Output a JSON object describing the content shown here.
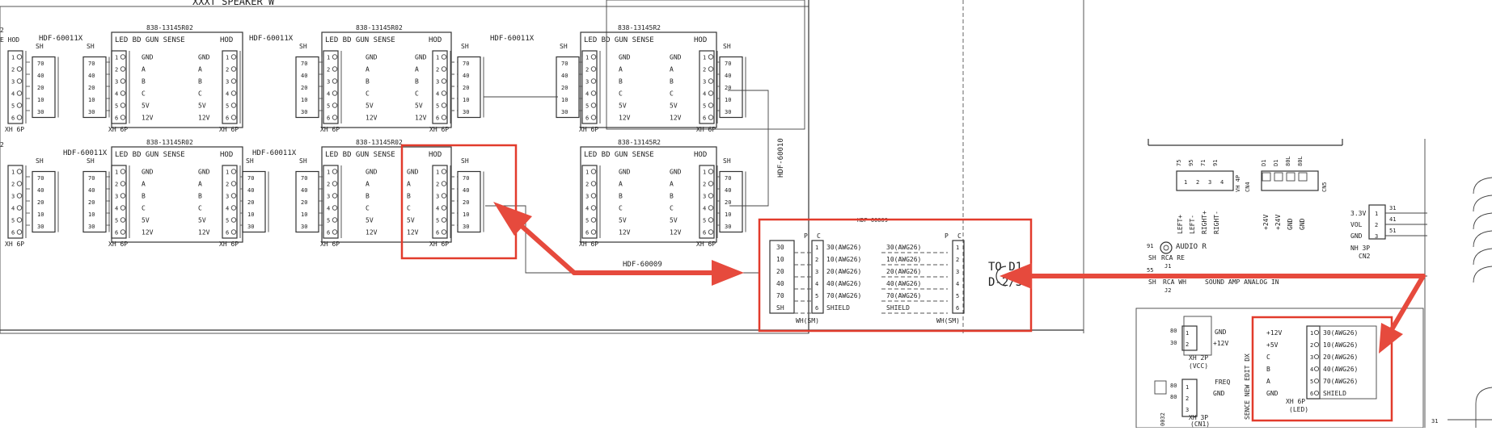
{
  "top_header": "XXXT SPEAKER W",
  "cable_code": "HDF-60011X",
  "cable_code_mid": "HDF-60009",
  "cable_code_vertical": "HDF-60010",
  "board_part": "838-13145R02",
  "board_part_alt": "838-13145R2",
  "board_name": "LED BD GUN SENSE",
  "board_hod": "HOD",
  "connector_label": "XH 6P",
  "shield_label": "SH",
  "sh_values": [
    "70",
    "40",
    "20",
    "10",
    "30"
  ],
  "pin_numbers": [
    "1",
    "2",
    "3",
    "4",
    "5",
    "6"
  ],
  "sense_labels": [
    "GND",
    "A",
    "B",
    "C",
    "5V",
    "12V"
  ],
  "pc_header": [
    "P",
    "C"
  ],
  "pc_left_labels": [
    "30",
    "10",
    "20",
    "40",
    "70",
    "SH"
  ],
  "awg_labels": [
    "30(AWG26)",
    "10(AWG26)",
    "20(AWG26)",
    "40(AWG26)",
    "70(AWG26)",
    "SHIELD"
  ],
  "wh_sm": "WH(SM)",
  "to_label_1": "TO D1",
  "to_label_2": "D-2/3",
  "vh_4p": "VH 4P",
  "cn_label": "CN5",
  "cn4_label": "CN4",
  "vert_labels_left": [
    "LEFT+",
    "LEFT-",
    "RIGHT+",
    "RIGHT-"
  ],
  "vert_labels_right": [
    "+24V",
    "+24V",
    "GND",
    "GND"
  ],
  "wire_codes_left": [
    "75",
    "95",
    "71",
    "91"
  ],
  "wire_codes_right": [
    "D1",
    "D1",
    "80L",
    "80L"
  ],
  "power_labels": [
    "3.3V",
    "VOL",
    "GND"
  ],
  "power_codes": [
    "31",
    "41",
    "51"
  ],
  "nh_3p": "NH 3P",
  "cn2": "CN2",
  "audio_r": "AUDIO R",
  "rca_re": "RCA RE",
  "rca_wh": "RCA WH",
  "j1": "J1",
  "j2": "J2",
  "code_91": "91",
  "code_55": "55",
  "sound_amp": "SOUND AMP ANALOG IN",
  "sense_board": "SENCE NEW EDIT DX",
  "vcc_labels": [
    "GND",
    "+12V"
  ],
  "xh_2p": "XH 2P",
  "vcc": "(VCC)",
  "vcc_codes": [
    "80",
    "30"
  ],
  "freq_labels": [
    "FREQ",
    "GND"
  ],
  "xh_3p": "XH 3P",
  "cn1": "(CN1)",
  "freq_codes": [
    "80",
    "80"
  ],
  "code_0032": "0032",
  "led_power_labels": [
    "+12V",
    "+5V",
    "C",
    "B",
    "A",
    "GND"
  ],
  "xh_6p_led": "XH 6P",
  "led_label": "(LED)",
  "code_31": "31",
  "colors": {
    "highlight": "#e23b2c",
    "arrow": "#e64a3d",
    "ink": "#222222"
  }
}
